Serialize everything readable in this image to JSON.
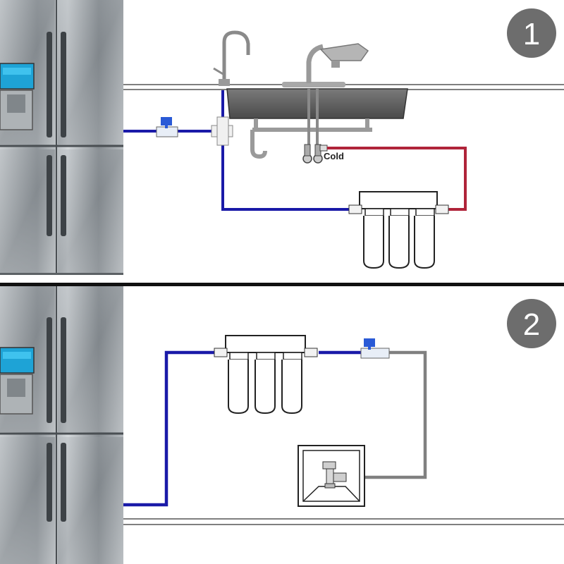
{
  "panels": [
    {
      "badge": "1",
      "valve_label": "Cold"
    },
    {
      "badge": "2"
    }
  ],
  "colors": {
    "cold_line": "#1a1aa8",
    "hot_line": "#b0243a",
    "drain_line": "#808080",
    "badge_fill": "#6d6d6d",
    "fridge_steel": "#9aa0a5",
    "divider": "#111111"
  }
}
